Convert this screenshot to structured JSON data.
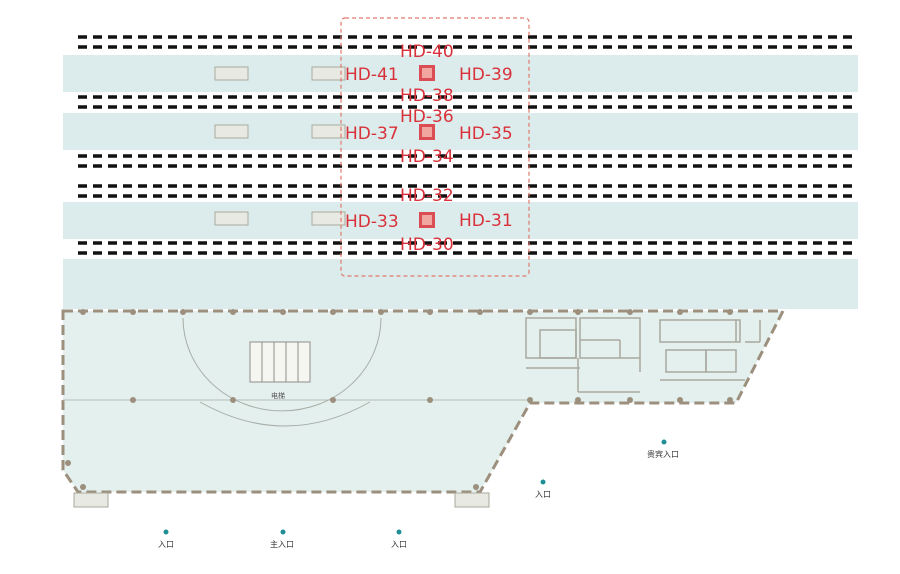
{
  "colors": {
    "platform_fill": "#dcecec",
    "concourse_fill": "#e3f0ee",
    "track_dash": "#111111",
    "wall": "#9c8f7d",
    "hd_red": "#d9313a",
    "marker_teal": "#1f8f95",
    "highlight_box": "#e07a6c"
  },
  "gate_labels": {
    "hd40": "HD-40",
    "hd41": "HD-41",
    "hd39": "HD-39",
    "hd38": "HD-38",
    "hd36": "HD-36",
    "hd37": "HD-37",
    "hd35": "HD-35",
    "hd34": "HD-34",
    "hd32": "HD-32",
    "hd33": "HD-33",
    "hd31": "HD-31",
    "hd30": "HD-30"
  },
  "entrances": {
    "vip_entrance": "贵宾入口",
    "entrance_right": "入口",
    "entrance_left": "入口",
    "main_entrance": "主入口",
    "entrance_center": "入口"
  },
  "escalator_label": "电梯",
  "icons": {
    "entrance_marker": "dot-marker-icon",
    "bench": "bench-icon",
    "hd_marker": "square-marker-icon"
  }
}
